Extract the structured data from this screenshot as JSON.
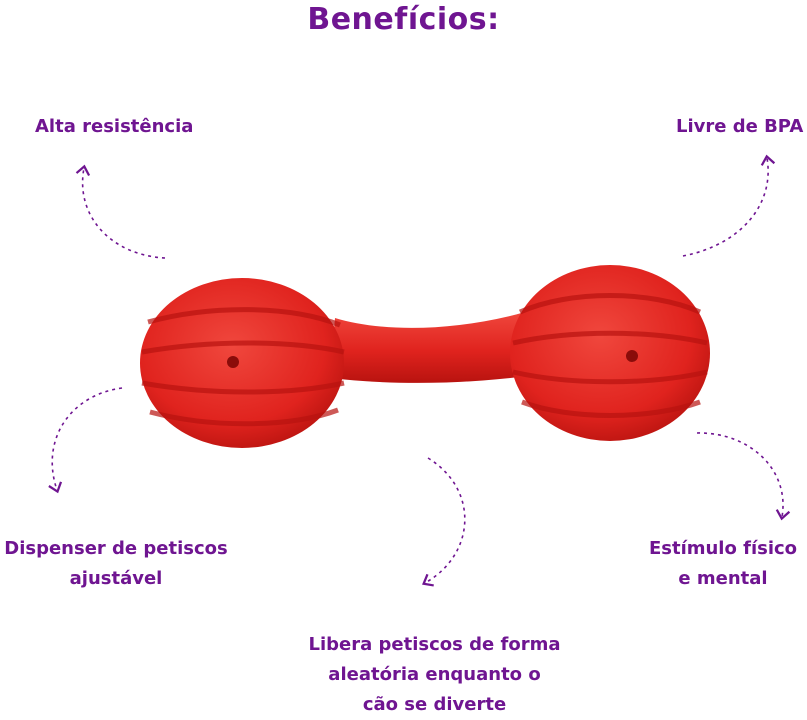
{
  "title": "Benefícios:",
  "colors": {
    "accent": "#6f1591",
    "toy": "#e0231e",
    "toy_dark": "#b8130f",
    "toy_light": "#f0473d"
  },
  "benefits": {
    "top_left": [
      "Alta resistência"
    ],
    "top_right": [
      "Livre de BPA"
    ],
    "bottom_left": [
      "Dispenser de petiscos",
      "ajustável"
    ],
    "bottom_right": [
      "Estímulo físico",
      "e mental"
    ],
    "bottom_center": [
      "Libera petiscos de forma",
      "aleatória enquanto o",
      "cão se diverte"
    ]
  },
  "image": {
    "subject": "red-rubber-dumbbell-toy-icon"
  }
}
